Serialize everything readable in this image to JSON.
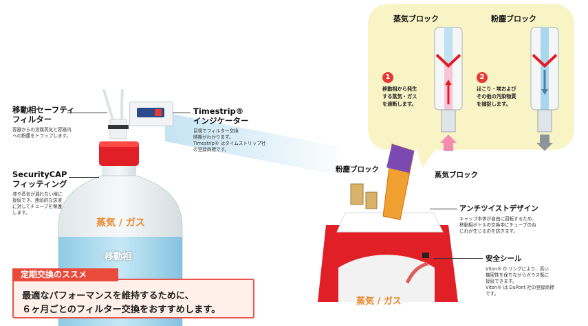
{
  "labels": {
    "safety_filter": {
      "title_line1": "移動相セーフティ",
      "title_line2": "フィルター",
      "desc_line1": "容器からの溶媒蒸気と容器内",
      "desc_line2": "への粉塵をトラップします。"
    },
    "securitycap": {
      "title_line1": "SecurityCAP",
      "title_line2": "フィッティング",
      "desc_line1": "液や蒸気が漏れない様に",
      "desc_line2": "接続でき、連続的な送液",
      "desc_line3": "に対してチューブを保護",
      "desc_line4": "します。"
    },
    "timestrip": {
      "title_line1": "Timestrip®",
      "title_line2": "インジケーター",
      "desc_line1": "目視でフィルター交換",
      "desc_line2": "時期がわかります。",
      "desc_line3": "Timestrip® はタイムストリップ社",
      "desc_line4": "の登録商標です。"
    },
    "dust_block_small": "粉塵ブロック",
    "steam_block_small": "蒸気ブロック",
    "anti_twist": {
      "title": "アンチツイストデザイン",
      "desc_line1": "キャップ本体が自由に回転するため、",
      "desc_line2": "移動相ボトルの交換中にチューブのね",
      "desc_line3": "じれが生じるのを防ぎます。"
    },
    "seal": {
      "title": "安全シール",
      "desc_line1": "Viton® O リングにより、高い",
      "desc_line2": "機密性を保ちながらガラス瓶に",
      "desc_line3": "接続できます。",
      "desc_line4": "Viton® は DuPont 社の登録商標",
      "desc_line5": "です。"
    }
  },
  "panel": {
    "steam_title": "蒸気ブロック",
    "dust_title": "粉塵ブロック",
    "step1": {
      "num": "1",
      "line1": "移動相から発生",
      "line2": "する蒸気・ガス",
      "line3": "を遮断します。"
    },
    "step2": {
      "num": "2",
      "line1": "ほこり・埃および",
      "line2": "その他の汚染物質",
      "line3": "を捕捉します。"
    }
  },
  "bottle": {
    "gas_label": "蒸気 / ガス",
    "phase_label": "移動相"
  },
  "cap_gas_label": "蒸気 / ガス",
  "recommendation": {
    "tag": "定期交換のススメ",
    "line1": "最適なパフォーマンスを維持するために、",
    "line2": "６ヶ月ごとのフィルター交換をおすすめします。"
  },
  "colors": {
    "accent_red": "#ea4a3b",
    "cap_red": "#e01f26",
    "panel_bg": "#f8f4c6",
    "filter_orange": "#f0a030",
    "liquid_blue": "#9fd6ef"
  }
}
